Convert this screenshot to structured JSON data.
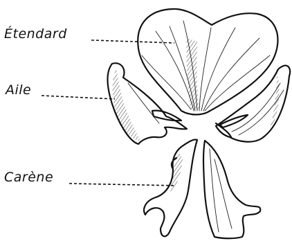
{
  "labels": {
    "etendard": "Étendard",
    "aile": "Aile",
    "carene": "Carène"
  }
}
